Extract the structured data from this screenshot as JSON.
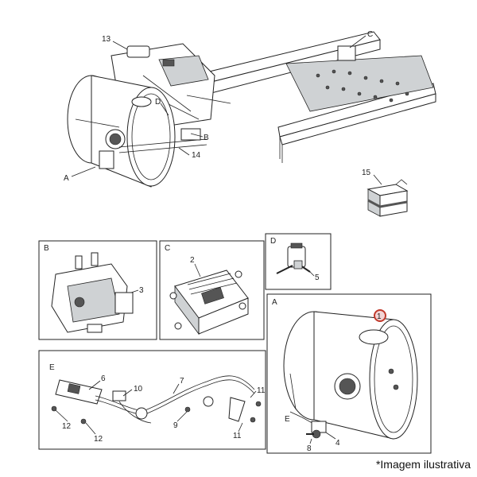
{
  "callouts": {
    "c13": "13",
    "cC": "C",
    "cD": "D",
    "cB": "B",
    "c14": "14",
    "cA": "A",
    "c15": "15",
    "pB_letter": "B",
    "p3": "3",
    "pC_letter": "C",
    "p2": "2",
    "pD_letter": "D",
    "p5": "5",
    "pA_letter": "A",
    "p1": "1",
    "pE_small": "E",
    "p4": "4",
    "p8": "8",
    "pE_letter": "E",
    "p6": "6",
    "p10": "10",
    "p7": "7",
    "p11a": "11",
    "p11b": "11",
    "p12a": "12",
    "p12b": "12",
    "p9": "9"
  },
  "caption": "*Imagem ilustrativa",
  "colors": {
    "highlight": "#c0392b",
    "line": "#222222",
    "shade": "#cfd2d4"
  }
}
